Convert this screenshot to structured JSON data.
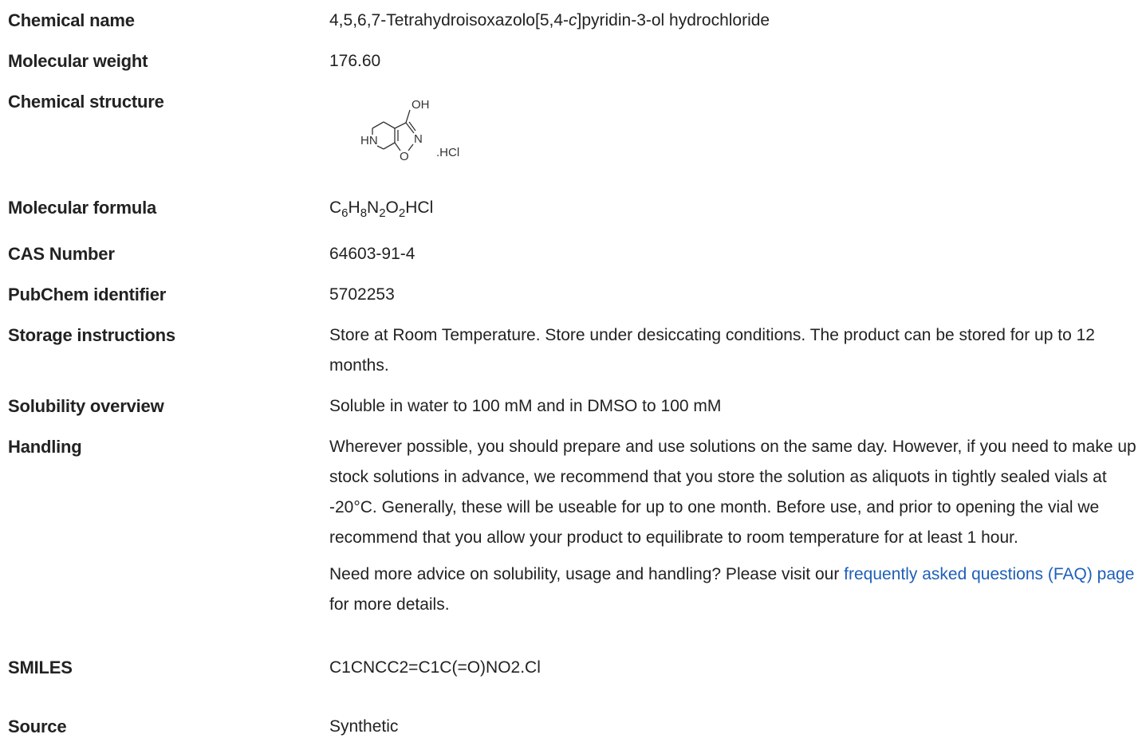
{
  "rows": {
    "chemical_name": {
      "label": "Chemical name",
      "value_pre": "4,5,6,7-Tetrahydroisoxazolo[5,4-",
      "value_italic": "c",
      "value_post": "]pyridin-3-ol hydrochloride"
    },
    "molecular_weight": {
      "label": "Molecular weight",
      "value": "176.60"
    },
    "chemical_structure": {
      "label": "Chemical structure",
      "atoms": {
        "oh": "OH",
        "hn": "HN",
        "n": "N",
        "o": "O",
        "hcl": ".HCl"
      }
    },
    "molecular_formula": {
      "label": "Molecular formula",
      "c": "C",
      "c_n": "6",
      "h": "H",
      "h_n": "8",
      "n": "N",
      "n_n": "2",
      "o": "O",
      "o_n": "2",
      "salt": "HCl"
    },
    "cas_number": {
      "label": "CAS Number",
      "value": "64603-91-4"
    },
    "pubchem": {
      "label": "PubChem identifier",
      "value": "5702253"
    },
    "storage": {
      "label": "Storage instructions",
      "value": "Store at Room Temperature. Store under desiccating conditions. The product can be stored for up to 12 months."
    },
    "solubility": {
      "label": "Solubility overview",
      "value": "Soluble in water to 100 mM and in DMSO to 100 mM"
    },
    "handling": {
      "label": "Handling",
      "paragraph": "Wherever possible, you should prepare and use solutions on the same day. However, if you need to make up stock solutions in advance, we recommend that you store the solution as aliquots in tightly sealed vials at -20°C. Generally, these will be useable for up to one month. Before use, and prior to opening the vial we recommend that you allow your product to equilibrate to room temperature for at least 1 hour.",
      "advice_pre": "Need more advice on solubility, usage and handling? Please visit our ",
      "advice_link": "frequently asked questions (FAQ) page",
      "advice_post": " for more details."
    },
    "smiles": {
      "label": "SMILES",
      "value": "C1CNCC2=C1C(=O)NO2.Cl"
    },
    "source": {
      "label": "Source",
      "value": "Synthetic"
    }
  },
  "colors": {
    "text": "#222222",
    "link": "#1f5fb8"
  }
}
